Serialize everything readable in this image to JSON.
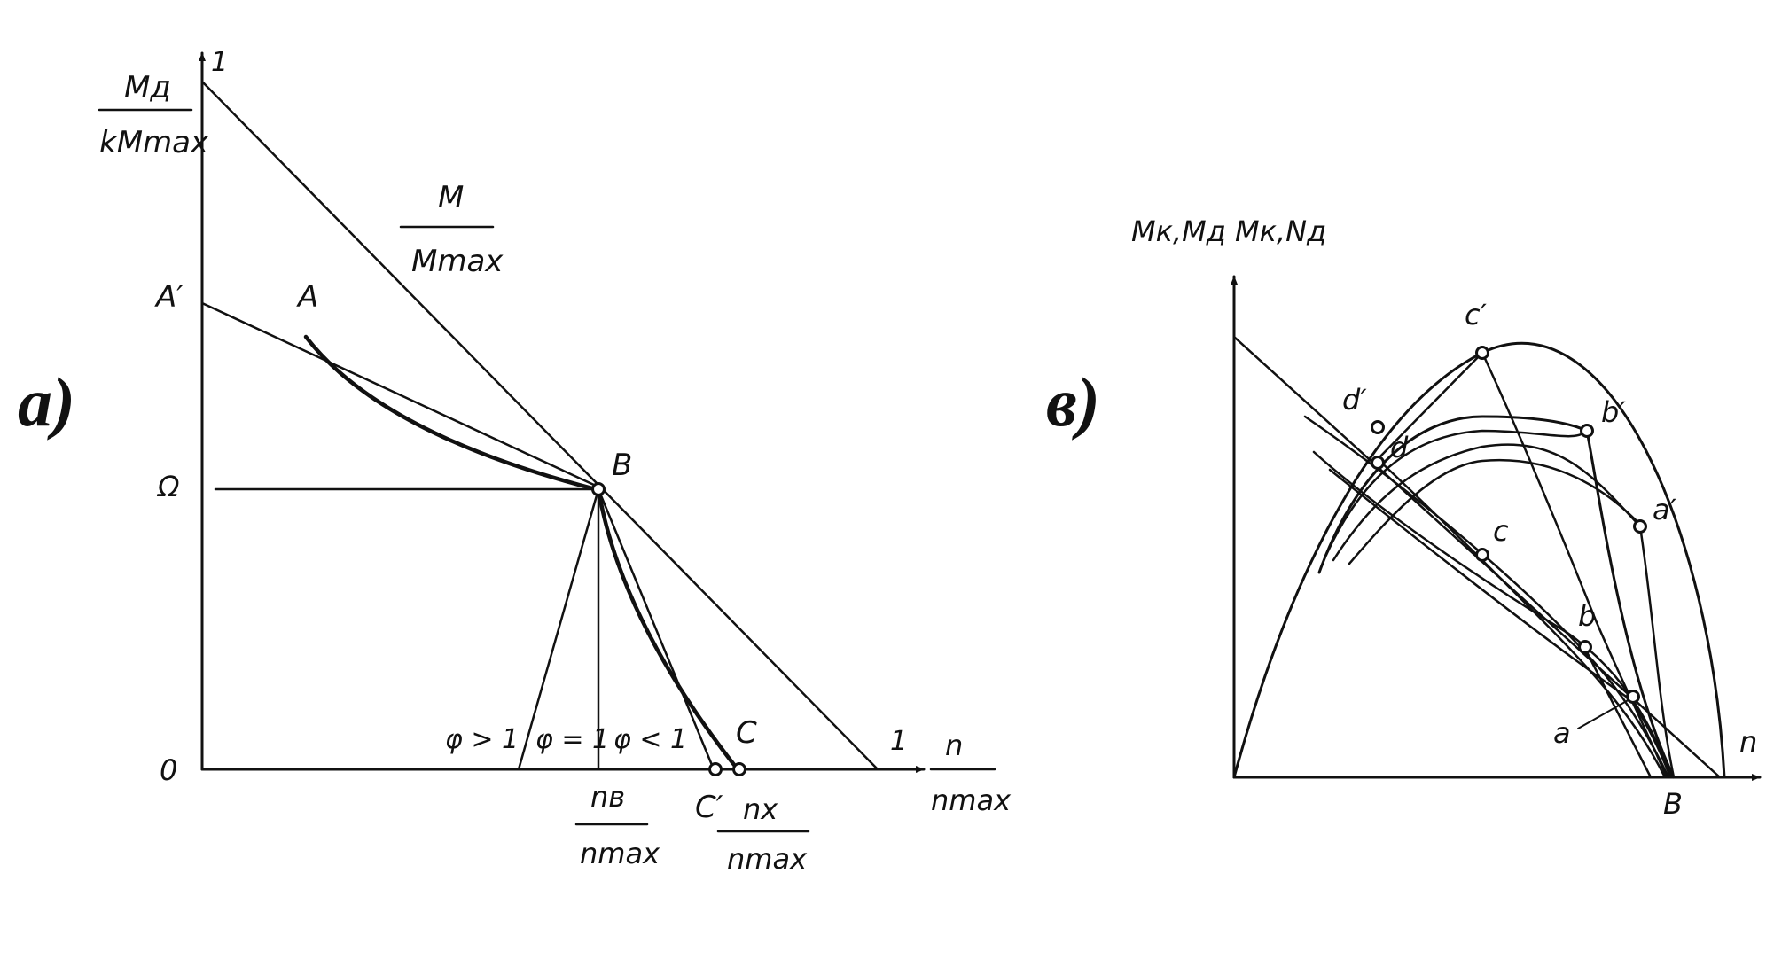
{
  "panel_a": {
    "letter": "а)",
    "y_axis_num": "Mд",
    "y_axis_den": "kMmax",
    "y_axis_end": "1",
    "x_axis_num": "n",
    "x_axis_den": "nmax",
    "x_axis_end": "1",
    "origin": "0",
    "A_prime": "A′",
    "omega": "Ω",
    "curve_A": "A",
    "curve_B": "B",
    "curve_C": "C",
    "curve_C_prime": "C′",
    "M_num": "M",
    "M_den": "Mmax",
    "phi_gt": "φ > 1",
    "phi_eq": "φ = 1",
    "phi_lt": "φ < 1",
    "nB_num": "nв",
    "nB_den": "nmax",
    "nx_num": "nх",
    "nx_den": "nmax"
  },
  "panel_b": {
    "letter": "в)",
    "y_axis_label": "Mк,Mд  Mк,Nд",
    "x_axis_label": "n",
    "point_B": "B",
    "a": "a",
    "a_prime": "a′",
    "b": "b",
    "b_prime": "b′",
    "c": "c",
    "c_prime": "c′",
    "d": "d",
    "d_prime": "d′"
  }
}
